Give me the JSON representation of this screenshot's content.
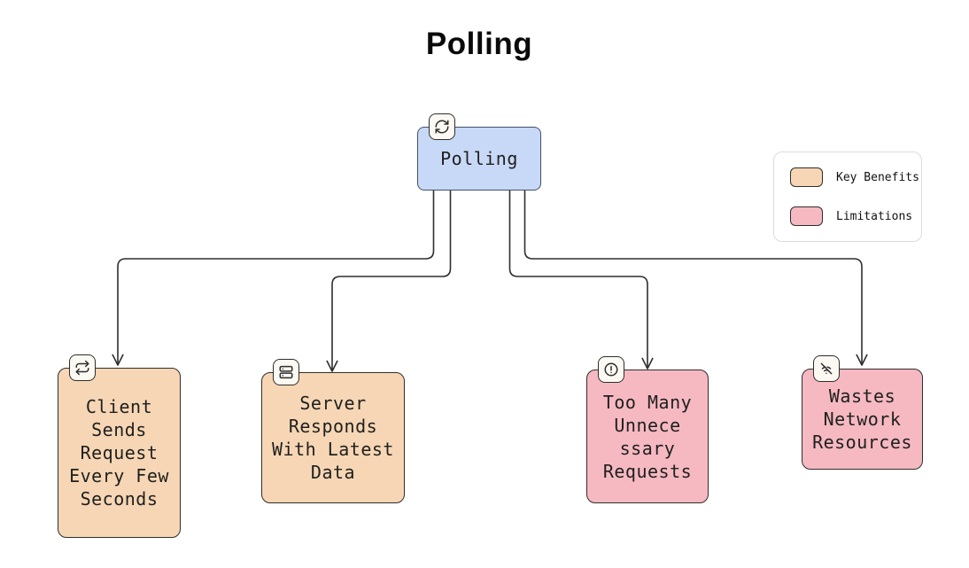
{
  "title": "Polling",
  "root": {
    "label": "Polling",
    "icon": "refresh-sync-icon"
  },
  "nodes": [
    {
      "label": "Client\nSends\nRequest\nEvery Few\nSeconds",
      "type": "benefit",
      "icon": "repeat-icon"
    },
    {
      "label": "Server\nResponds\nWith Latest\nData",
      "type": "benefit",
      "icon": "server-icon"
    },
    {
      "label": "Too Many\nUnnece\nssary\nRequests",
      "type": "limitation",
      "icon": "alert-circle-icon"
    },
    {
      "label": "Wastes\nNetwork\nResources",
      "type": "limitation",
      "icon": "wifi-off-icon"
    }
  ],
  "legend": {
    "items": [
      {
        "label": "Key Benefits",
        "color": "#f6d6b4"
      },
      {
        "label": "Limitations",
        "color": "#f6b9c1"
      }
    ]
  },
  "colors": {
    "root_fill": "#c8d9f7",
    "root_border": "#42506b",
    "benefit_fill": "#f6d6b4",
    "limitation_fill": "#f6b9c1",
    "node_border": "#2e2e2e",
    "edge": "#2e2e2e"
  }
}
